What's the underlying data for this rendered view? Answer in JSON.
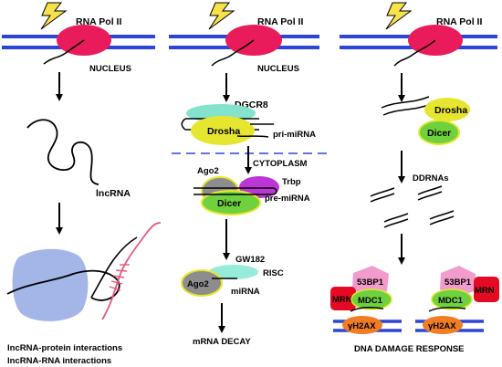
{
  "panel1": {
    "rna_pol": "RNA Pol II",
    "nucleus": "NUCLEUS",
    "lncrna": "lncRNA",
    "caption_line1": "lncRNA-protein interactions",
    "caption_line2": "lncRNA-RNA interactions"
  },
  "panel2": {
    "rna_pol": "RNA Pol II",
    "nucleus": "NUCLEUS",
    "dgcr8": "DGCR8",
    "drosha": "Drosha",
    "pri_mirna": "pri-miRNA",
    "cytoplasm": "CYTOPLASM",
    "ago2": "Ago2",
    "trbp": "Trbp",
    "dicer": "Dicer",
    "pre_mirna": "pre-miRNA",
    "gw182": "GW182",
    "risc": "RISC",
    "ago2_risc": "Ago2",
    "mirna": "miRNA",
    "caption": "mRNA DECAY"
  },
  "panel3": {
    "rna_pol": "RNA Pol II",
    "drosha": "Drosha",
    "dicer": "Dicer",
    "ddrnas": "DDRNAs",
    "left_53bp1": "53BP1",
    "left_mrn": "MRN",
    "left_mdc1": "MDC1",
    "left_h2ax": "γH2AX",
    "right_53bp1": "53BP1",
    "right_mrn": "MRN",
    "right_mdc1": "MDC1",
    "right_h2ax": "γH2AX",
    "caption": "DNA DAMAGE RESPONSE"
  },
  "colors": {
    "dna": "#2b45d6",
    "pol": "#ea1b5b",
    "lightning": "#f7e24c",
    "drosha": "#e6e631",
    "dicer": "#6fd13d",
    "dgcr8": "#83e3cd",
    "ago2": "#8d8d8d",
    "trbp": "#bb36d4",
    "gw182": "#95ecd9",
    "protein_blob": "#9fb1e6",
    "lnc_rna_partner": "#e35a7c",
    "bp53": "#f19ccc",
    "mrn": "#e50a23",
    "h2ax": "#f07c23"
  }
}
